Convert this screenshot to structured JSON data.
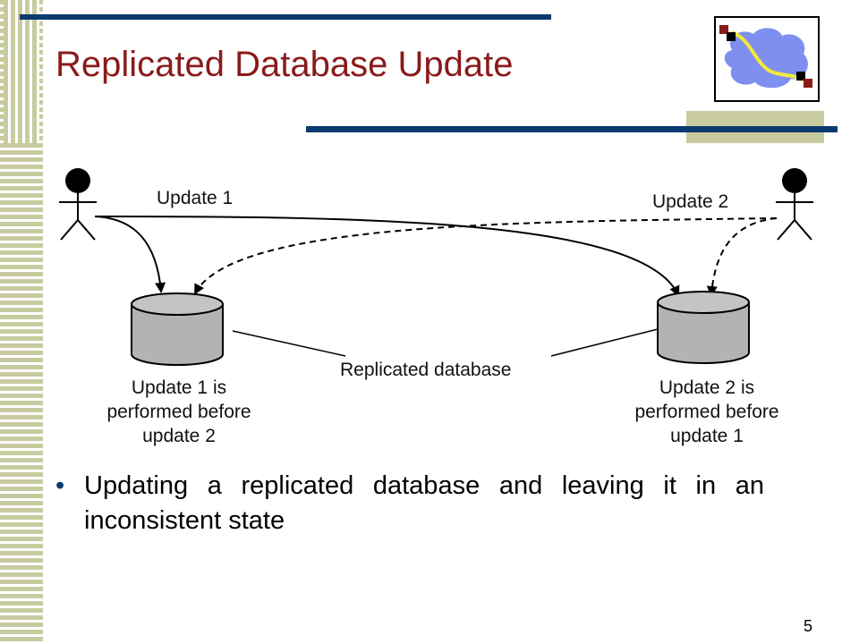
{
  "slide": {
    "title": "Replicated Database Update",
    "page_number": "5",
    "bullet": "Updating a replicated database and leaving it in an inconsistent state"
  },
  "diagram": {
    "update1_label": "Update 1",
    "update2_label": "Update 2",
    "replicated_label": "Replicated database",
    "left_caption": [
      "Update 1 is",
      "performed before",
      "update 2"
    ],
    "right_caption": [
      "Update 2 is",
      "performed before",
      "update 1"
    ]
  },
  "colors": {
    "title": "#8b1a1a",
    "bar": "#0b3a6e",
    "stripe": "#c8cba0",
    "cloud": "#7f8ff0",
    "database": "#b3b3b3"
  }
}
